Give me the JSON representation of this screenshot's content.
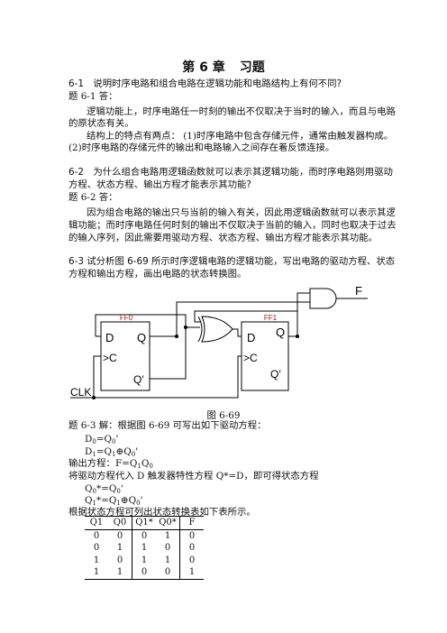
{
  "title": {
    "chapter": "第 6 章",
    "name": "习题"
  },
  "q1": {
    "question": "6-1　说明时序电路和组合电路在逻辑功能和电路结构上有何不同?",
    "answer_label": "题 6-1 答：",
    "p1_l1": "逻辑功能上，时序电路任一时刻的输出不仅取决于当时的输入，而且与电路",
    "p1_l2": "的原状态有关。",
    "p2_l1": "结构上的特点有两点：  (1)时序电路中包含存储元件，通常由触发器构成。",
    "p2_l2": "(2)时序电路的存储元件的输出和电路输入之间存在着反馈连接。"
  },
  "q2": {
    "question_l1": "6-2　为什么组合电路用逻辑函数就可以表示其逻辑功能，而时序电路则用驱动",
    "question_l2": "方程、状态方程、输出方程才能表示其功能?",
    "answer_label": "题 6-2 答：",
    "p_l1": "因为组合电路的输出只与当前的输入有关，因此用逻辑函数就可以表示其逻",
    "p_l2": "辑功能；而时序电路任何时刻的输出不仅取决于当前的输入，同时也取决于过去",
    "p_l3": "的输入序列，因此需要用驱动方程、状态方程、输出方程才能表示其功能。"
  },
  "q3": {
    "question_l1": "6-3 试分析图 6-69 所示时序逻辑电路的逻辑功能，写出电路的驱动方程、状态",
    "question_l2": "方程和输出方程，画出电路的状态转换图。",
    "diagram": {
      "ff0": "FF0",
      "ff1": "FF1",
      "d": "D",
      "q": "Q",
      "qn": "Q′",
      "c": ">C",
      "clk": "CLK",
      "f": "F",
      "red": "#d40000"
    },
    "caption": "图 6-69",
    "answer_intro": "题 6-3 解：根据图 6-69 可写出如下驱动方程：",
    "eq_d0": [
      "D",
      "0",
      "=Q",
      "0",
      "'"
    ],
    "eq_d1": [
      "D",
      "1",
      "=Q",
      "1",
      "⊕Q",
      "0",
      "'"
    ],
    "output_eq": [
      "输出方程：F=Q",
      "1",
      "Q",
      "0"
    ],
    "char_text": "将驱动方程代入 D 触发器特性方程 Q*=D，即可得状态方程",
    "eq_q0": [
      "Q",
      "0",
      "*=Q",
      "0",
      "'"
    ],
    "eq_q1": [
      "Q",
      "1",
      "*=Q",
      "1",
      "⊕Q",
      "0",
      "'"
    ],
    "table_intro": "根据状态方程可列出状态转换表如下表所示。",
    "table": {
      "headers": [
        "Q1",
        "Q0",
        "Q1*",
        "Q0*",
        "F"
      ],
      "rows": [
        [
          "0",
          "0",
          "0",
          "1",
          "0"
        ],
        [
          "0",
          "1",
          "1",
          "0",
          "0"
        ],
        [
          "1",
          "0",
          "1",
          "1",
          "0"
        ],
        [
          "1",
          "1",
          "0",
          "0",
          "1"
        ]
      ]
    }
  }
}
